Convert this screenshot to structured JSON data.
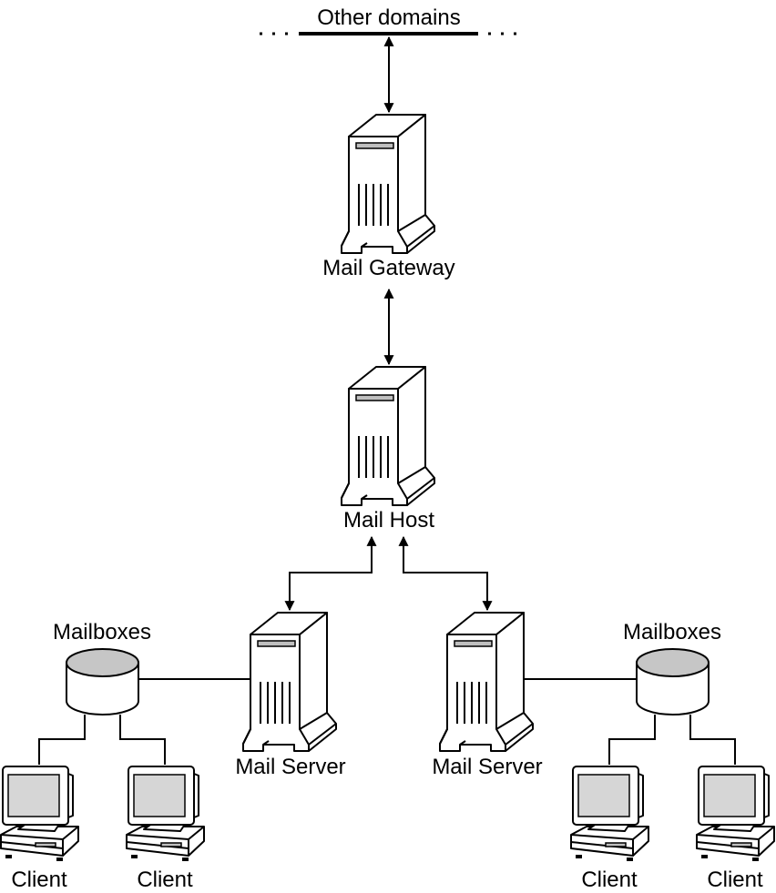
{
  "diagram": {
    "title": "Mail system configuration",
    "colors": {
      "stroke": "#000000",
      "background": "#ffffff",
      "server_bar": "#bfbfbf",
      "mailbox_top": "#c6c6c6",
      "client_screen": "#d6d6d6"
    },
    "network": {
      "label": "Other domains"
    },
    "nodes": {
      "gateway": {
        "label": "Mail Gateway",
        "icon": "server-tower-icon"
      },
      "host": {
        "label": "Mail Host",
        "icon": "server-tower-icon"
      },
      "server_left": {
        "label": "Mail Server",
        "icon": "server-tower-icon"
      },
      "server_right": {
        "label": "Mail Server",
        "icon": "server-tower-icon"
      },
      "mailboxes_left": {
        "label": "Mailboxes",
        "icon": "database-cylinder-icon"
      },
      "mailboxes_right": {
        "label": "Mailboxes",
        "icon": "database-cylinder-icon"
      },
      "clients": [
        {
          "label": "Client",
          "icon": "desktop-computer-icon"
        },
        {
          "label": "Client",
          "icon": "desktop-computer-icon"
        },
        {
          "label": "Client",
          "icon": "desktop-computer-icon"
        },
        {
          "label": "Client",
          "icon": "desktop-computer-icon"
        }
      ]
    },
    "edges": [
      {
        "from": "network",
        "to": "gateway",
        "type": "bidirectional-arrow"
      },
      {
        "from": "gateway",
        "to": "host",
        "type": "bidirectional-arrow"
      },
      {
        "from": "host",
        "to": "server_left",
        "type": "bidirectional-arrow"
      },
      {
        "from": "host",
        "to": "server_right",
        "type": "bidirectional-arrow"
      },
      {
        "from": "server_left",
        "to": "mailboxes_left",
        "type": "line"
      },
      {
        "from": "server_right",
        "to": "mailboxes_right",
        "type": "line"
      },
      {
        "from": "mailboxes_left",
        "to": "clients.0",
        "type": "line"
      },
      {
        "from": "mailboxes_left",
        "to": "clients.1",
        "type": "line"
      },
      {
        "from": "mailboxes_right",
        "to": "clients.2",
        "type": "line"
      },
      {
        "from": "mailboxes_right",
        "to": "clients.3",
        "type": "line"
      }
    ]
  }
}
